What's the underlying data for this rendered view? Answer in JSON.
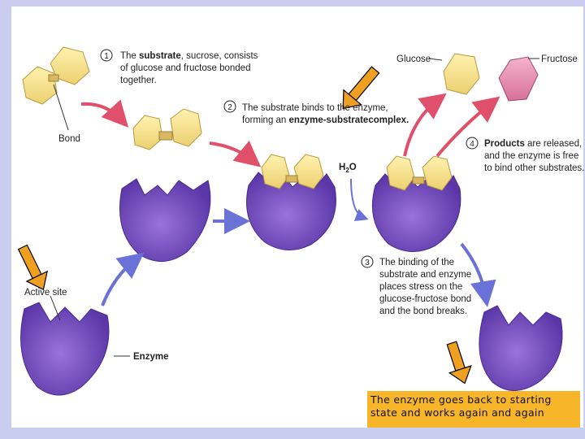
{
  "steps": [
    {
      "number": "1",
      "lines": [
        [
          "The ",
          "substrate",
          ", sucrose, consists"
        ],
        [
          "of glucose and fructose bonded"
        ],
        [
          "together."
        ]
      ]
    },
    {
      "number": "2",
      "lines": [
        [
          "The substrate binds to the enzyme,"
        ],
        [
          "forming an ",
          "enzyme-substrate"
        ],
        [
          "",
          "complex."
        ]
      ]
    },
    {
      "number": "3",
      "lines": [
        [
          "The binding of the"
        ],
        [
          "substrate and enzyme"
        ],
        [
          "places stress on the"
        ],
        [
          "glucose-fructose bond"
        ],
        [
          "and the bond breaks."
        ]
      ]
    },
    {
      "number": "4",
      "lines": [
        [
          "",
          "Products",
          " are released,"
        ],
        [
          "and the enzyme is free"
        ],
        [
          "to bind other substrates."
        ]
      ]
    }
  ],
  "labels": {
    "bond": "Bond",
    "active_site": "Active site",
    "enzyme": "Enzyme",
    "glucose": "Glucose",
    "fructose": "Fructose",
    "water": "H",
    "water_sub": "2",
    "water_o": "O"
  },
  "caption": "The enzyme goes back to starting state and works again and again",
  "colors": {
    "enzyme": "#7a4fc4",
    "substrate": "#f7e08a",
    "fructose": "#e890b0",
    "cycle_arrow_red": "#e0506a",
    "cycle_arrow_blue": "#6a72d8",
    "pointer_arrow": "#f0a020",
    "caption_bg": "#f7b52a"
  }
}
